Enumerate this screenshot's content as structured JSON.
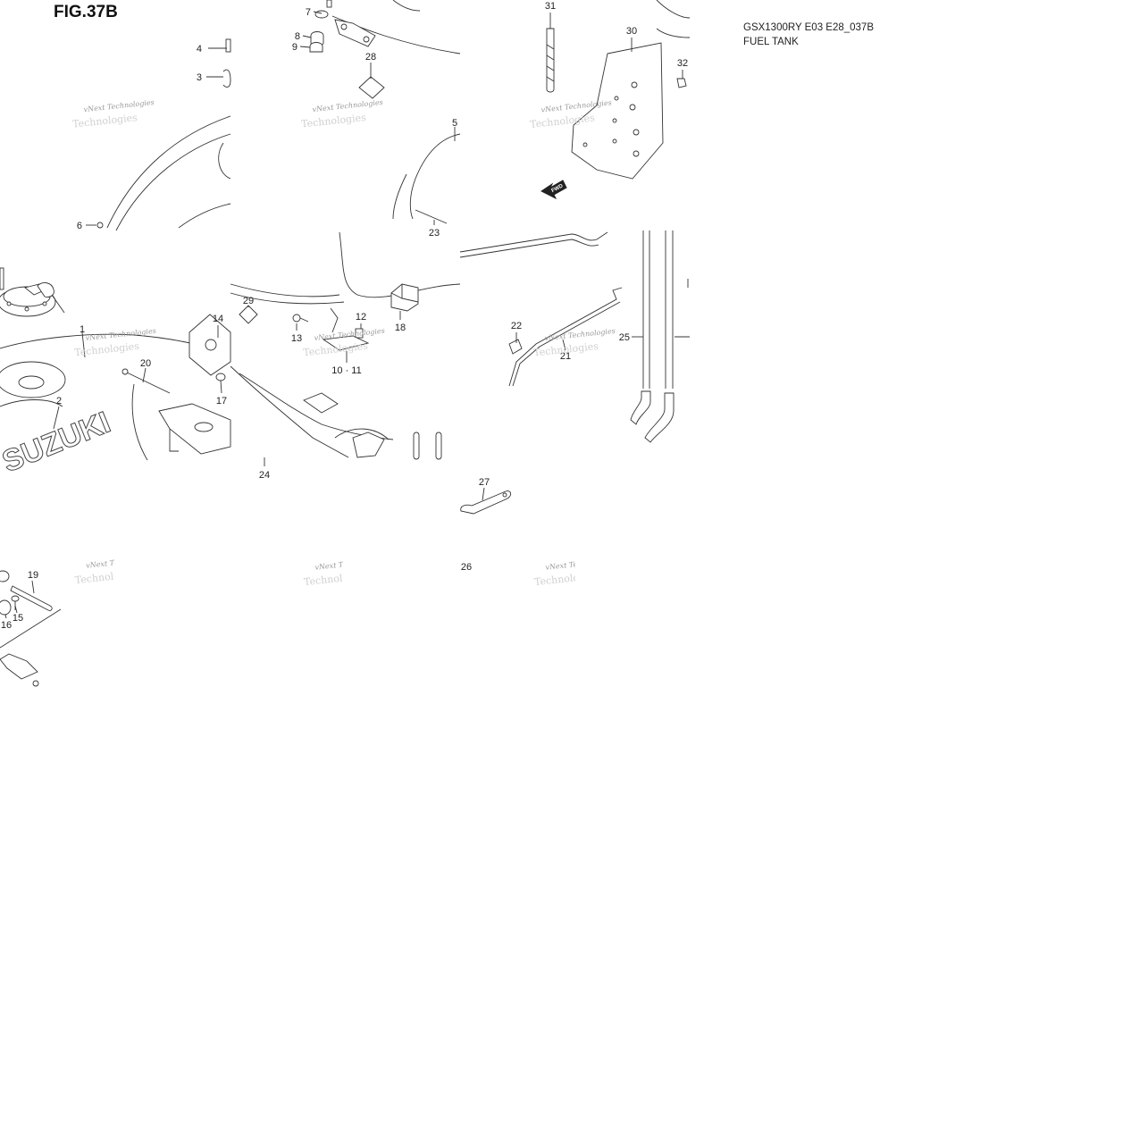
{
  "figure": {
    "title": "FIG.37B",
    "model_code": "GSX1300RY E03 E28_037B",
    "section_name": "FUEL TANK"
  },
  "watermark": {
    "line1": "vNext Technologies",
    "line2": "Technologies"
  },
  "tank_logo_text": "SUZUKI",
  "fwd_arrow_text": "FWD",
  "part_labels": {
    "p1": "1",
    "p2": "2",
    "p3": "3",
    "p4": "4",
    "p5": "5",
    "p6": "6",
    "p7": "7",
    "p8": "8",
    "p9": "9",
    "p10_11": "10 · 11",
    "p12": "12",
    "p13": "13",
    "p14": "14",
    "p15": "15",
    "p16": "16",
    "p17": "17",
    "p18": "18",
    "p19": "19",
    "p20": "20",
    "p21": "21",
    "p22": "22",
    "p23": "23",
    "p24": "24",
    "p25": "25",
    "p26": "26",
    "p27": "27",
    "p28": "28",
    "p29": "29",
    "p30": "30",
    "p31": "31",
    "p32": "32"
  },
  "icons": {
    "fwd": "fwd-arrow-icon"
  }
}
